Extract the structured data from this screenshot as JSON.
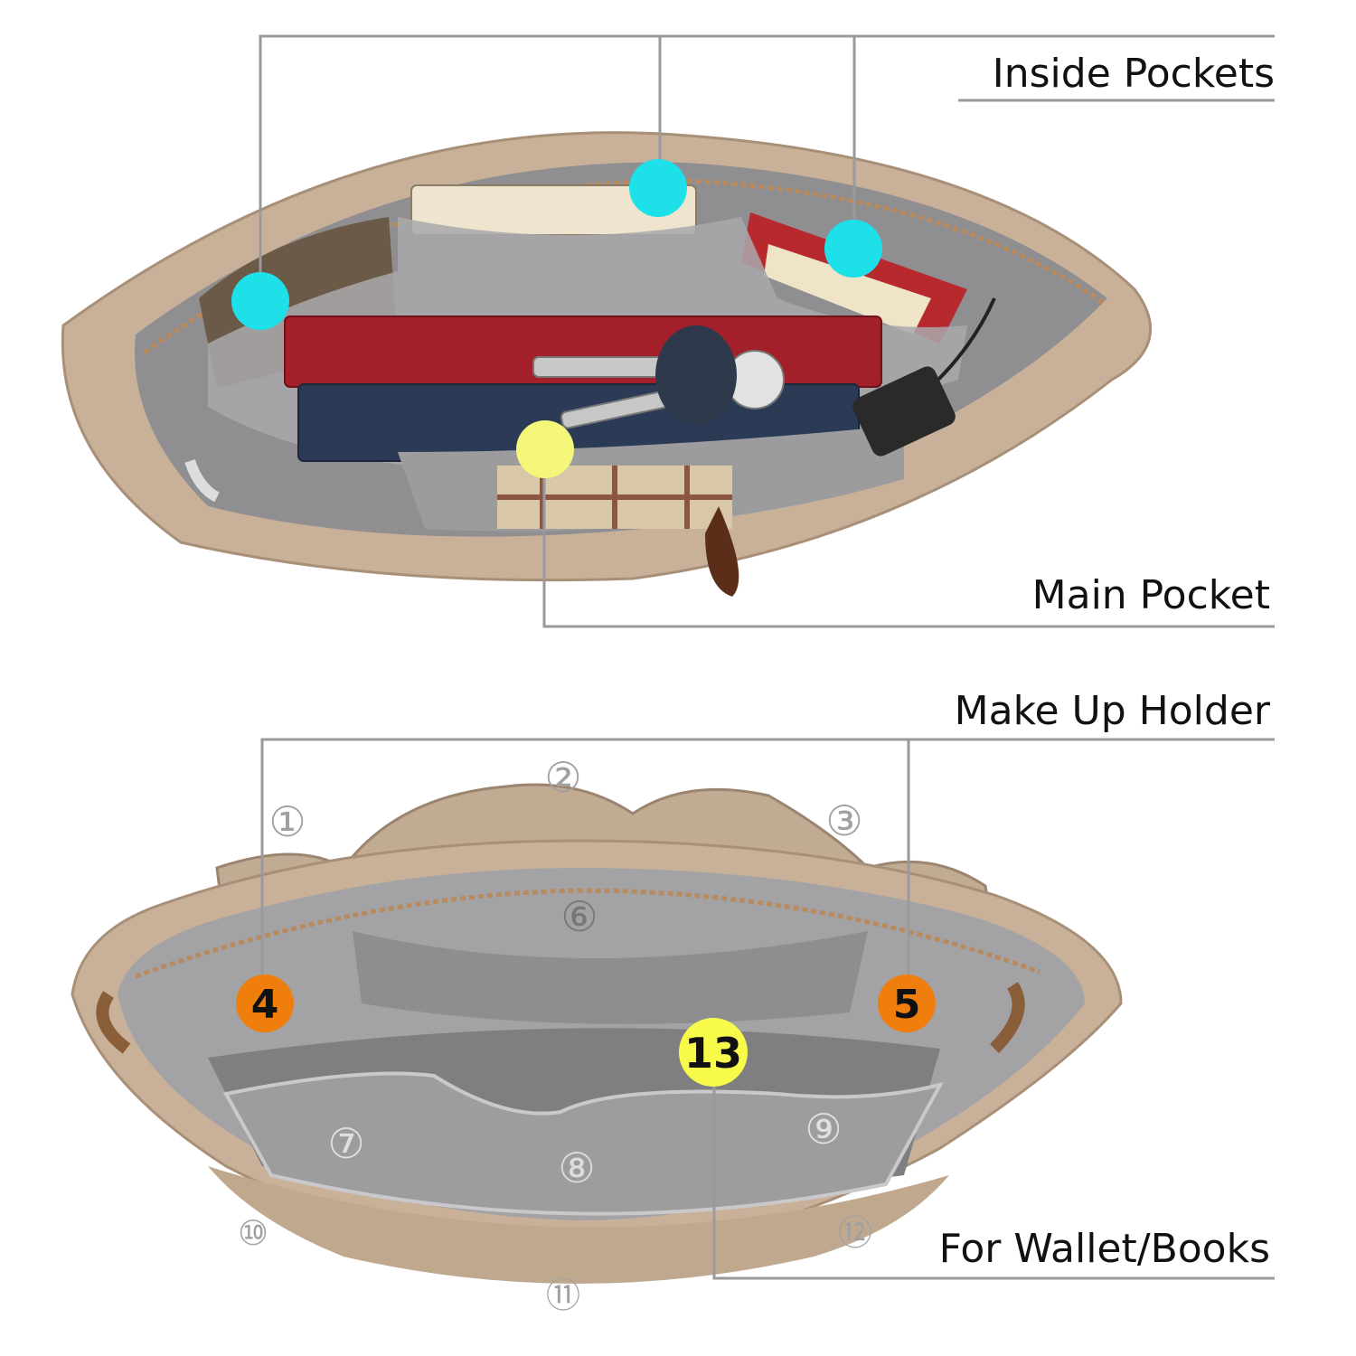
{
  "labels": {
    "inside_pockets": "Inside Pockets",
    "main_pocket": "Main Pocket",
    "make_up_holder": "Make Up Holder",
    "for_wallet_books": "For Wallet/Books"
  },
  "markers": {
    "pocket_4": "4",
    "pocket_5": "5",
    "pocket_13": "13"
  },
  "pocket_numbers": [
    "①",
    "②",
    "③",
    "⑥",
    "⑦",
    "⑧",
    "⑨",
    "⑩",
    "⑪",
    "⑫"
  ],
  "colors": {
    "cyan_marker": "#1ee0e8",
    "yellow_marker": "#f4f77a",
    "orange_marker": "#f07e0c",
    "bright_yellow_marker": "#f8fb4a",
    "leader_line": "#9a9a9a",
    "bag_fabric": "#c9b199",
    "lining": "#9c9c9e"
  }
}
